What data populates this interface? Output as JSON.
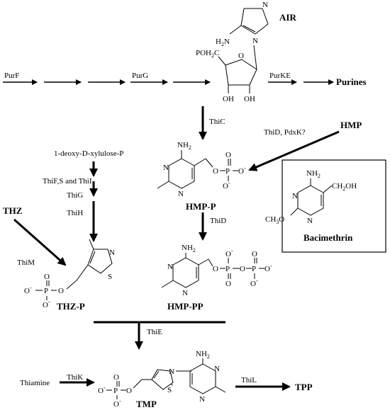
{
  "enzymes": {
    "purF": "PurF",
    "purG": "PurG",
    "purKE": "PurKE",
    "thiC": "ThiC",
    "thiD_pdxK": "ThiD, PdxK?",
    "thiFSI": "ThiF,S and ThiI",
    "thiG": "ThiG",
    "thiH": "ThiH",
    "thiM": "ThiM",
    "thiD": "ThiD",
    "thiE": "ThiE",
    "thiK": "ThiK",
    "thiL": "ThiL"
  },
  "compounds": {
    "air": "AIR",
    "purines": "Purines",
    "hmp": "HMP",
    "deoxyxylulose": "1-deoxy-D-xylulose-P",
    "hmp_p": "HMP-P",
    "hmp_pp": "HMP-PP",
    "thz": "THZ",
    "thz_p": "THZ-P",
    "bacimethrin": "Bacimethrin",
    "thiamine": "Thiamine",
    "tmp": "TMP",
    "tpp": "TPP"
  }
}
